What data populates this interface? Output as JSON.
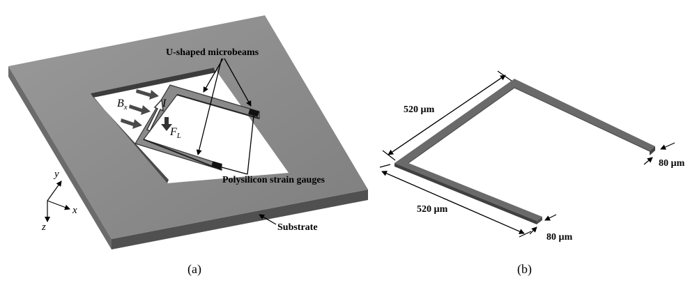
{
  "panel_a": {
    "caption": "(a)",
    "label_microbeams": "U-shaped microbeams",
    "label_gauges": "Polysilicon strain gauges",
    "label_substrate": "Substrate",
    "field_symbol": "B",
    "field_subscript": "x",
    "current_symbol": "I",
    "force_symbol": "F",
    "force_subscript": "L",
    "axis_x": "x",
    "axis_y": "y",
    "axis_z": "z"
  },
  "panel_b": {
    "caption": "(b)",
    "dim_top_length": "520 µm",
    "dim_bottom_length": "520 µm",
    "dim_right_width": "80 µm",
    "dim_bottom_width": "80 µm"
  },
  "colors": {
    "substrate_top": "#8d8d8d",
    "substrate_side": "#5a5a5a",
    "beam": "#6a6a6a",
    "arrow": "#4a4a4a"
  }
}
